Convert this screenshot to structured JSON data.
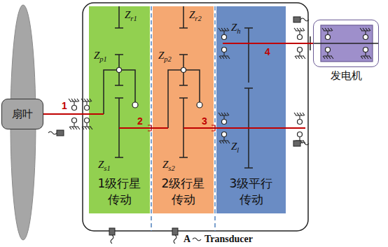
{
  "diagram": {
    "nodes": [
      {
        "text": [
          "扇叶"
        ]
      },
      {
        "text": [
          "1级行星 传动"
        ]
      },
      {
        "text": [
          "2级行星 传动"
        ]
      },
      {
        "text": [
          "3级平行 传动"
        ]
      },
      {
        "text": [
          "发电机"
        ]
      }
    ],
    "edges": [
      {
        "from": 0,
        "to": 1,
        "arrow": "none"
      },
      {
        "from": 3,
        "to": 4,
        "arrow": "none"
      }
    ],
    "labels": [
      "Zr1",
      "Zp1",
      "Zs1",
      "Zr2",
      "Zp2",
      "Zs2",
      "Zh",
      "Zl",
      "1",
      "2",
      "3",
      "4",
      "A",
      "Transducer"
    ]
  }
}
